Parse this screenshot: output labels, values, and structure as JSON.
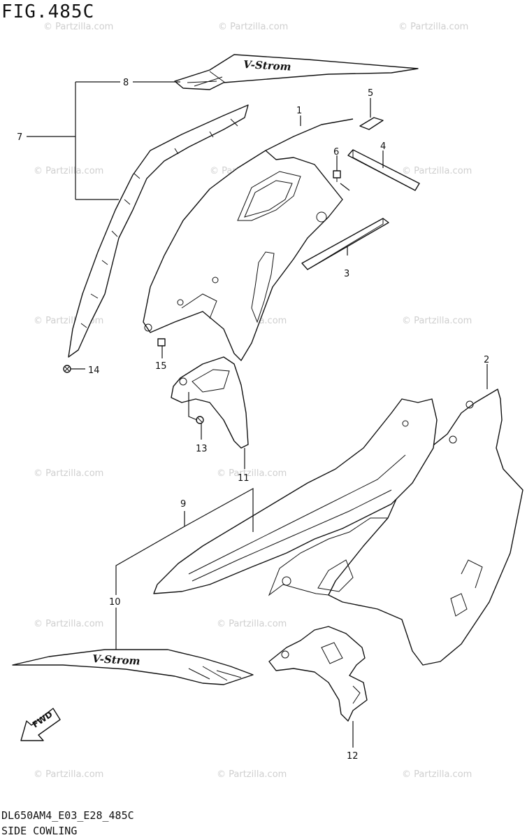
{
  "header": {
    "figure_title": "FIG.485C"
  },
  "footer": {
    "diagram_code": "DL650AM4_E03_E28_485C",
    "section_name": "SIDE COWLING"
  },
  "callouts": [
    {
      "id": "c1",
      "label": "1"
    },
    {
      "id": "c2",
      "label": "2"
    },
    {
      "id": "c3",
      "label": "3"
    },
    {
      "id": "c4",
      "label": "4"
    },
    {
      "id": "c5",
      "label": "5"
    },
    {
      "id": "c6",
      "label": "6"
    },
    {
      "id": "c7",
      "label": "7"
    },
    {
      "id": "c8",
      "label": "8"
    },
    {
      "id": "c9",
      "label": "9"
    },
    {
      "id": "c10",
      "label": "10"
    },
    {
      "id": "c11",
      "label": "11"
    },
    {
      "id": "c12",
      "label": "12"
    },
    {
      "id": "c13",
      "label": "13"
    },
    {
      "id": "c14",
      "label": "14"
    },
    {
      "id": "c15",
      "label": "15"
    }
  ],
  "decal_text": "V-Strom",
  "fwd_label": "FWD",
  "watermark_text": "© Partzilla.com"
}
